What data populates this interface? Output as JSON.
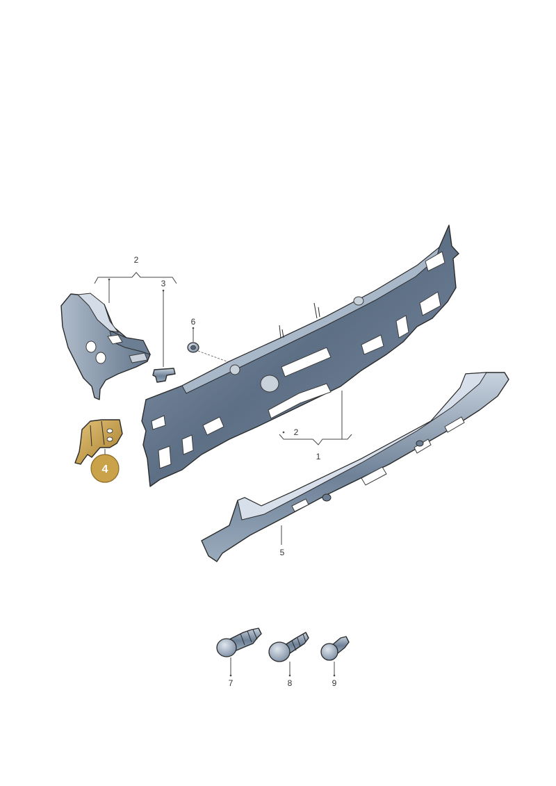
{
  "colors": {
    "part_fill_dark": "#5d6f85",
    "part_fill_mid": "#8fa0b4",
    "part_fill_light": "#c7d2de",
    "highlight_part": "#c9a24a",
    "highlight_badge": "#c9a24a"
  },
  "callouts": {
    "label_1": "1",
    "label_2_top": "2",
    "label_2_bottom": "2",
    "label_3": "3",
    "label_4": "4",
    "label_5": "5",
    "label_6": "6",
    "label_7": "7",
    "label_8": "8",
    "label_9": "9"
  }
}
